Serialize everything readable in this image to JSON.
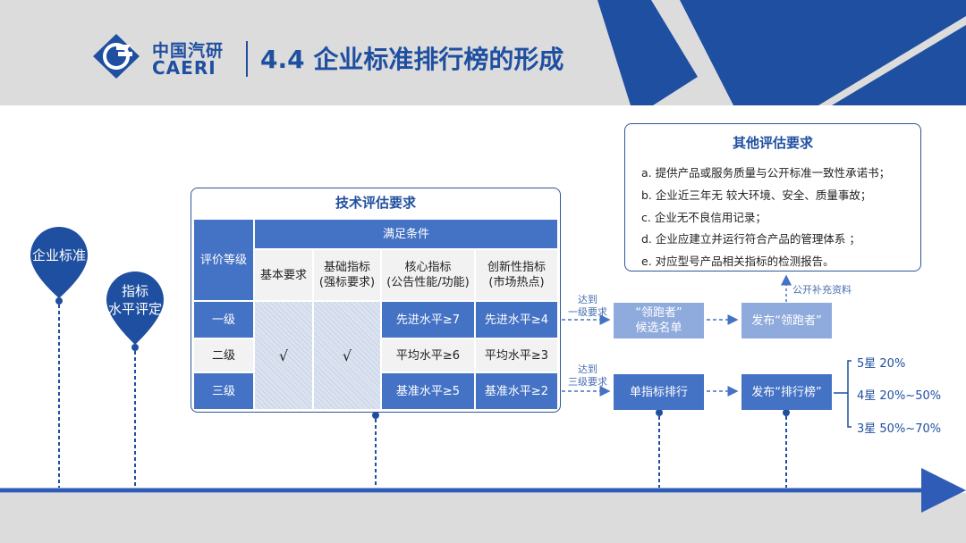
{
  "header": {
    "brand_cn": "中国汽研",
    "brand_en": "CAERI",
    "title": "4.4 企业标准排行榜的形成"
  },
  "timeline_pins": [
    {
      "label": "企业标准"
    },
    {
      "label_line1": "指标",
      "label_line2": "水平评定"
    }
  ],
  "tech_eval": {
    "title": "技术评估要求",
    "grade_header": "评价等级",
    "conditions_header": "满足条件",
    "columns": [
      {
        "line1": "基本要求",
        "line2": ""
      },
      {
        "line1": "基础指标",
        "line2": "(强标要求)"
      },
      {
        "line1": "核心指标",
        "line2": "(公告性能/功能)"
      },
      {
        "line1": "创新性指标",
        "line2": "(市场热点)"
      }
    ],
    "rows": [
      {
        "grade": "一级",
        "core": "先进水平≥7",
        "innovation": "先进水平≥4"
      },
      {
        "grade": "二级",
        "core": "平均水平≥6",
        "innovation": "平均水平≥3"
      },
      {
        "grade": "三级",
        "core": "基准水平≥5",
        "innovation": "基准水平≥2"
      }
    ],
    "check_basic": "√",
    "check_foundation": "√"
  },
  "other_eval": {
    "title": "其他评估要求",
    "items": [
      "a. 提供产品或服务质量与公开标准一致性承诺书；",
      "b. 企业近三年无 较大环境、安全、质量事故；",
      "c. 企业无不良信用记录；",
      "d. 企业应建立并运行符合产品的管理体系 ；",
      "e. 对应型号产品相关指标的检测报告。"
    ]
  },
  "flow": {
    "reach_level1": {
      "line1": "达到",
      "line2": "一级要求"
    },
    "reach_level3": {
      "line1": "达到",
      "line2": "三级要求"
    },
    "leader_candidates": {
      "line1": "“领跑者”",
      "line2": "候选名单"
    },
    "publish_leader": "发布“领跑者”",
    "single_ranking": "单指标排行",
    "publish_ranking": "发布“排行榜”",
    "supplement_note": "公开补充资料"
  },
  "stars": [
    "5星 20%",
    "4星 20%~50%",
    "3星 50%~70%"
  ],
  "colors": {
    "primary": "#1f4fa0",
    "table_blue": "#4472c4",
    "light_blue": "#8faadc",
    "timeline": "#2f5cb6",
    "header_gray": "#dcdcdc"
  }
}
